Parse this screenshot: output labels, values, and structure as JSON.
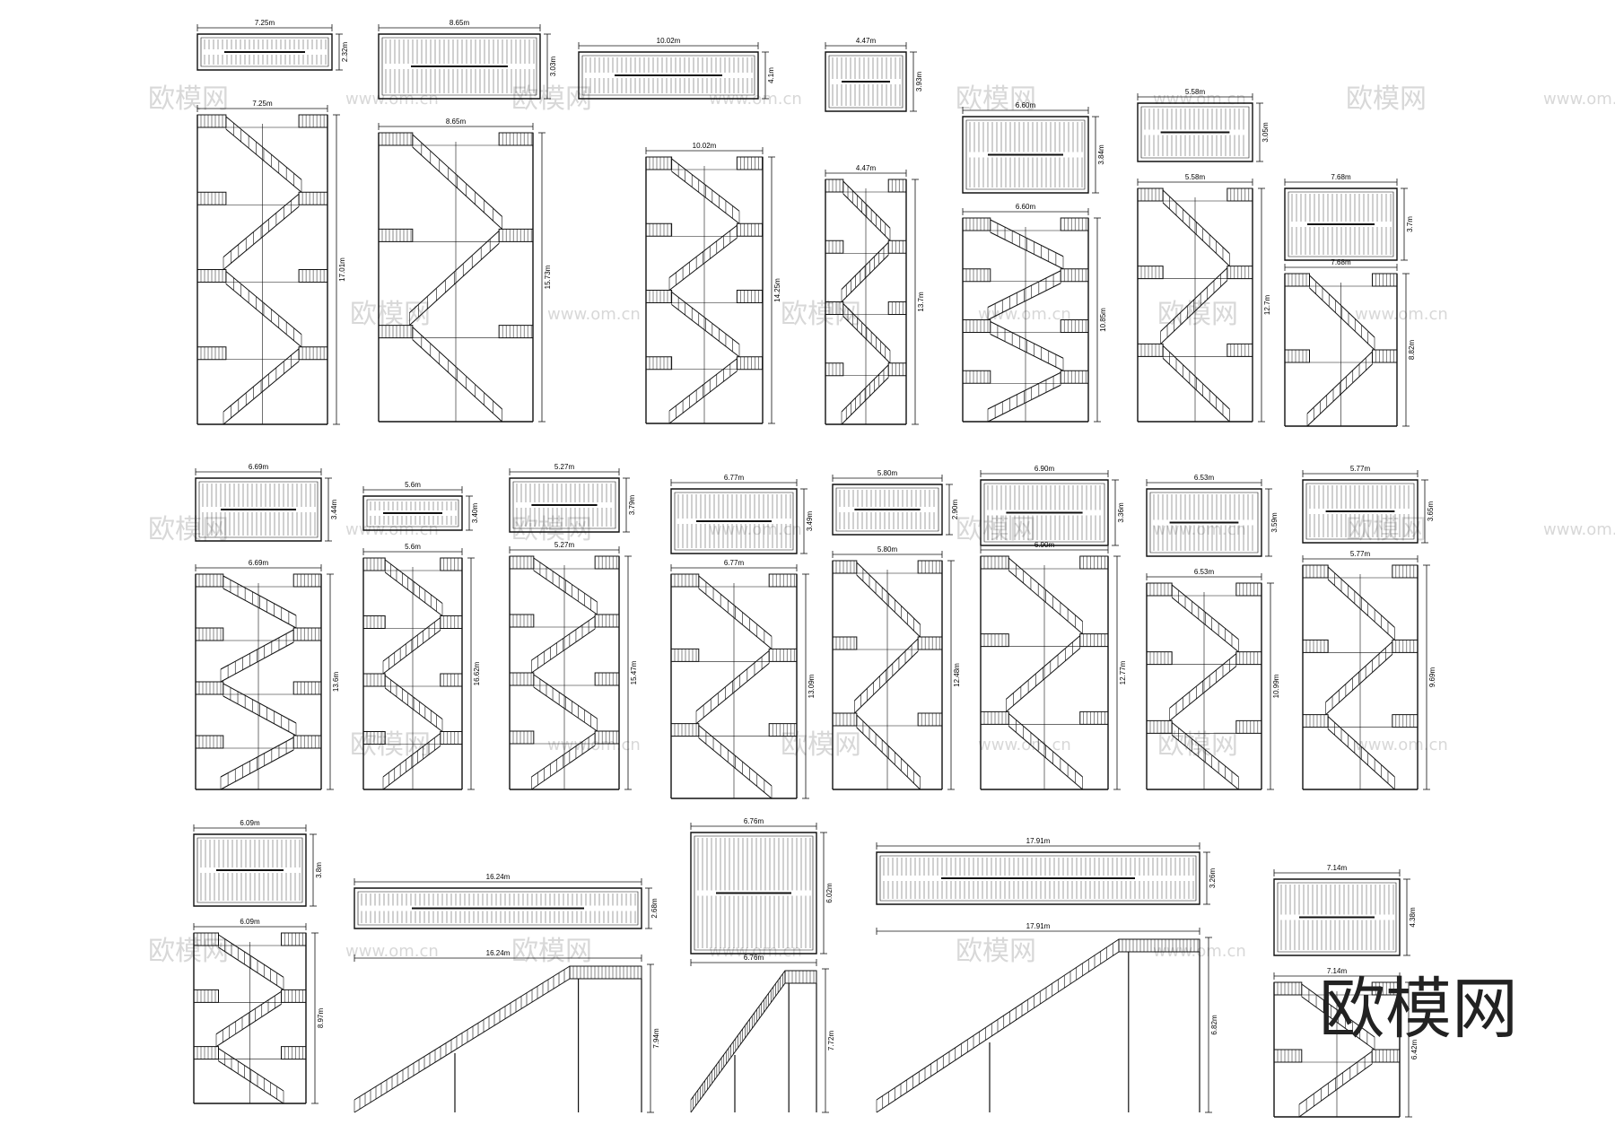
{
  "brand": {
    "text": "欧模网"
  },
  "watermark": {
    "text": "欧模网",
    "url_text": "www.om.cn",
    "url_short": "om.cn"
  },
  "colors": {
    "line": "#111111",
    "watermark": "#d8d8d8",
    "background": "#ffffff"
  },
  "drawings": [
    {
      "name": "stair-1",
      "plan_width": "7.25m",
      "plan_depth": "2.32m",
      "elev_width": "7.25m",
      "elev_height": "17.01m"
    },
    {
      "name": "stair-2",
      "plan_width": "8.65m",
      "plan_depth": "3.03m",
      "elev_width": "8.65m",
      "elev_height": "15.73m"
    },
    {
      "name": "stair-3",
      "plan_width": "10.02m",
      "plan_depth": "4.1m",
      "elev_width": "10.02m",
      "elev_height": "14.25m"
    },
    {
      "name": "stair-4",
      "plan_width": "4.47m",
      "plan_depth": "3.93m",
      "elev_width": "4.47m",
      "elev_height": "13.7m"
    },
    {
      "name": "stair-5",
      "plan_width": "6.60m",
      "plan_depth": "3.84m",
      "elev_width": "6.60m",
      "elev_height": "10.85m"
    },
    {
      "name": "stair-6",
      "plan_width": "5.58m",
      "plan_depth": "3.05m",
      "elev_width": "5.58m",
      "elev_height": "12.7m"
    },
    {
      "name": "stair-7",
      "plan_width": "7.68m",
      "plan_depth": "3.7m",
      "elev_width": "7.68m",
      "elev_height": "8.82m"
    },
    {
      "name": "stair-8",
      "plan_width": "6.69m",
      "plan_depth": "3.44m",
      "elev_width": "6.69m",
      "elev_height": "13.6m"
    },
    {
      "name": "stair-9",
      "plan_width": "5.6m",
      "plan_depth": "3.40m",
      "elev_width": "5.6m",
      "elev_height": "16.62m"
    },
    {
      "name": "stair-10",
      "plan_width": "5.27m",
      "plan_depth": "3.79m",
      "elev_width": "5.27m",
      "elev_height": "15.47m"
    },
    {
      "name": "stair-11",
      "plan_width": "6.77m",
      "plan_depth": "3.49m",
      "elev_width": "6.77m",
      "elev_height": "13.09m"
    },
    {
      "name": "stair-12",
      "plan_width": "5.80m",
      "plan_depth": "2.90m",
      "elev_width": "5.80m",
      "elev_height": "12.48m"
    },
    {
      "name": "stair-13",
      "plan_width": "6.90m",
      "plan_depth": "3.36m",
      "elev_width": "6.90m",
      "elev_height": "12.77m"
    },
    {
      "name": "stair-14",
      "plan_width": "6.53m",
      "plan_depth": "3.59m",
      "elev_width": "6.53m",
      "elev_height": "10.99m"
    },
    {
      "name": "stair-15",
      "plan_width": "5.77m",
      "plan_depth": "3.65m",
      "elev_width": "5.77m",
      "elev_height": "9.69m"
    },
    {
      "name": "stair-16",
      "plan_width": "6.09m",
      "plan_depth": "3.8m",
      "elev_width": "6.09m",
      "elev_height": "8.97m"
    },
    {
      "name": "stair-17",
      "plan_width": "16.24m",
      "plan_depth": "2.68m",
      "elev_width": "16.24m",
      "elev_height": "7.94m"
    },
    {
      "name": "stair-18",
      "plan_width": "6.76m",
      "plan_depth": "6.02m",
      "elev_width": "6.76m",
      "elev_height": "7.72m"
    },
    {
      "name": "stair-19",
      "plan_width": "17.91m",
      "plan_depth": "3.26m",
      "elev_width": "17.91m",
      "elev_height": "6.82m"
    },
    {
      "name": "stair-20",
      "plan_width": "7.14m",
      "plan_depth": "4.38m",
      "elev_width": "7.14m",
      "elev_height": "6.42m"
    }
  ]
}
